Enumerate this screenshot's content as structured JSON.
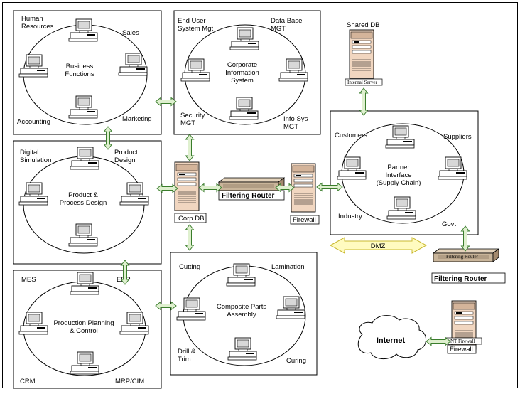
{
  "zones": {
    "business": {
      "labels": {
        "hr": "Human\nResources",
        "sales": "Sales",
        "center": "Business\nFunctions",
        "accounting": "Accounting",
        "marketing": "Marketing"
      }
    },
    "corporate": {
      "labels": {
        "eus": "End User\nSystem Mgt",
        "db": "Data Base\nMGT",
        "center": "Corporate\nInformation\nSystem",
        "security": "Security\nMGT",
        "infosys": "Info Sys\nMGT"
      }
    },
    "product": {
      "labels": {
        "digital": "Digital\nSimulation",
        "pdesign": "Product\nDesign",
        "center": "Product &\nProcess Design"
      }
    },
    "production": {
      "labels": {
        "mes": "MES",
        "erp": "ERP",
        "center": "Production Planning\n& Control",
        "crm": "CRM",
        "mrp": "MRP/CIM"
      }
    },
    "composite": {
      "labels": {
        "cutting": "Cutting",
        "lamination": "Lamination",
        "center": "Composite Parts\nAssembly",
        "drill": "Drill &\nTrim",
        "curing": "Curing"
      }
    },
    "partner": {
      "labels": {
        "customers": "Customers",
        "suppliers": "Suppliers",
        "center": "Partner\nInterface\n(Supply Chain)",
        "industry": "Industry",
        "govt": "Govt"
      }
    }
  },
  "servers": {
    "shared_db": {
      "caption": "Shared DB",
      "inner": "Internal Server"
    },
    "corp_db": {
      "caption": "Corp DB"
    },
    "firewall1": {
      "caption": "Firewall"
    },
    "nt_firewall": {
      "inner": "NT Firewall",
      "caption": "Firewall"
    }
  },
  "routers": {
    "router1": {
      "caption": "Filtering Router"
    },
    "router2": {
      "inner": "Filtering Router",
      "caption": "Filtering Router"
    }
  },
  "dmz": "DMZ",
  "internet": "Internet",
  "colors": {
    "arrow_fill": "#dff0cf",
    "arrow_stroke": "#3a7d2c",
    "dmz_fill": "#fffbc0",
    "dmz_stroke": "#c9b830",
    "server": "#f1d6c0",
    "router": "#c9b59a",
    "cloud": "#ffffff"
  }
}
